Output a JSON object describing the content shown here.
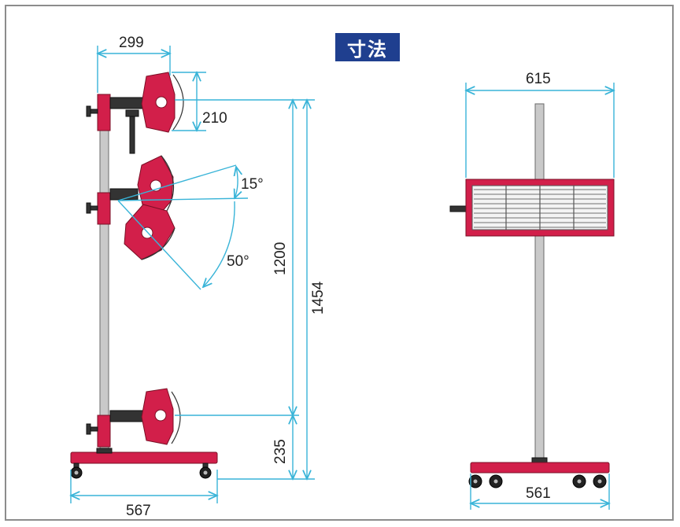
{
  "title": "寸法",
  "side_view": {
    "dims": {
      "lamp_depth": "299",
      "lamp_height": "210",
      "tilt_up": "15°",
      "tilt_down": "50°",
      "travel": "1200",
      "total_height": "1454",
      "min_height": "235",
      "base_length": "567"
    }
  },
  "front_view": {
    "dims": {
      "lamp_width": "615",
      "base_width": "561"
    }
  }
}
